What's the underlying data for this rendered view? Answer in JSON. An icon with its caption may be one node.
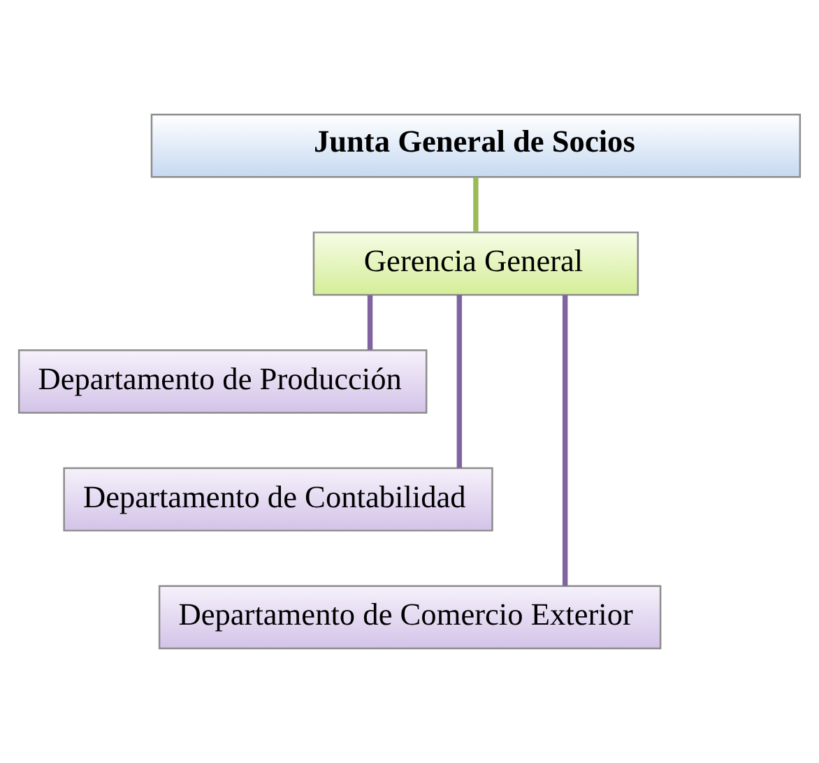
{
  "diagram": {
    "nodes": [
      {
        "text": [
          "Junta General de Socios"
        ]
      },
      {
        "text": [
          "Gerencia General"
        ]
      },
      {
        "text": [
          "Departamento de Producción"
        ]
      },
      {
        "text": [
          "Departamento de Contabilidad"
        ]
      },
      {
        "text": [
          "Departamento de Comercio Exterior"
        ]
      }
    ],
    "edges": [
      {
        "from": 0,
        "to": 1,
        "arrow": "none",
        "color": "#9bbb59"
      },
      {
        "from": 1,
        "to": 2,
        "arrow": "none"
      },
      {
        "from": 1,
        "to": 3,
        "arrow": "none"
      },
      {
        "from": 1,
        "to": 4,
        "arrow": "none"
      }
    ]
  }
}
